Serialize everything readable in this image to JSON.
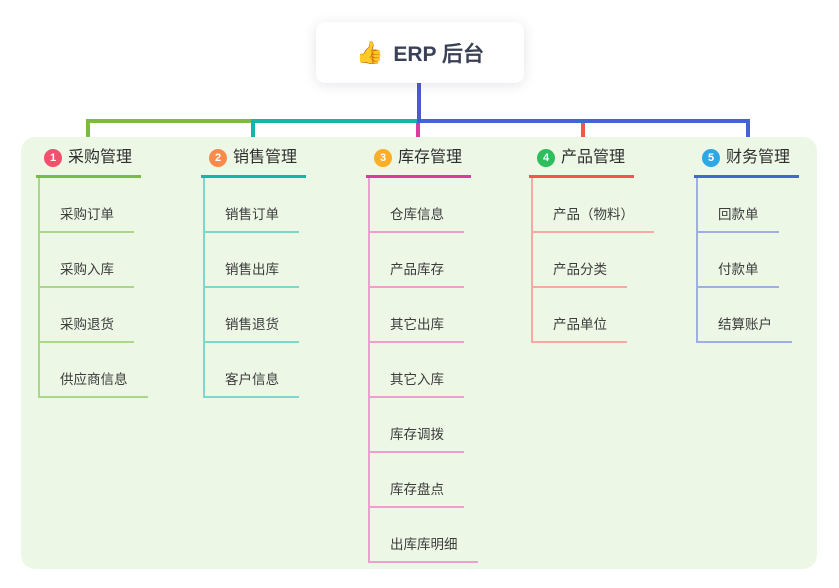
{
  "root": {
    "icon": "👍",
    "label": "ERP 后台"
  },
  "canvas": {
    "page_background": "#ffffff",
    "panel_background": "#edf7e6"
  },
  "connector_colors": {
    "root_line": "#4e59ce",
    "purchase_green": "#7cbb43",
    "sales_teal": "#12b7a6",
    "inventory_magenta": "#dc3a9d",
    "product_red": "#f2574f",
    "finance_blue": "#4464d4"
  },
  "branches": [
    {
      "badge": "1",
      "label": "采购管理",
      "badge_color": "#f0516d",
      "line_color": "#7cbb43",
      "child_line_color": "#acd78b",
      "children": [
        "采购订单",
        "采购入库",
        "采购退货",
        "供应商信息"
      ]
    },
    {
      "badge": "2",
      "label": "销售管理",
      "badge_color": "#fa8b4b",
      "line_color": "#12b7a6",
      "child_line_color": "#7fd6cb",
      "children": [
        "销售订单",
        "销售出库",
        "销售退货",
        "客户信息"
      ]
    },
    {
      "badge": "3",
      "label": "库存管理",
      "badge_color": "#fcae27",
      "line_color": "#dc3a9d",
      "child_line_color": "#ef9fce",
      "children": [
        "仓库信息",
        "产品库存",
        "其它出库",
        "其它入库",
        "库存调拨",
        "库存盘点",
        "出库库明细"
      ]
    },
    {
      "badge": "4",
      "label": "产品管理",
      "badge_color": "#2ebe5e",
      "line_color": "#f2574f",
      "child_line_color": "#f7a9a4",
      "children": [
        "产品（物料）",
        "产品分类",
        "产品单位"
      ]
    },
    {
      "badge": "5",
      "label": "财务管理",
      "badge_color": "#2fa7e5",
      "line_color": "#4467d2",
      "child_line_color": "#9fafe4",
      "children": [
        "回款单",
        "付款单",
        "结算账户"
      ]
    }
  ]
}
